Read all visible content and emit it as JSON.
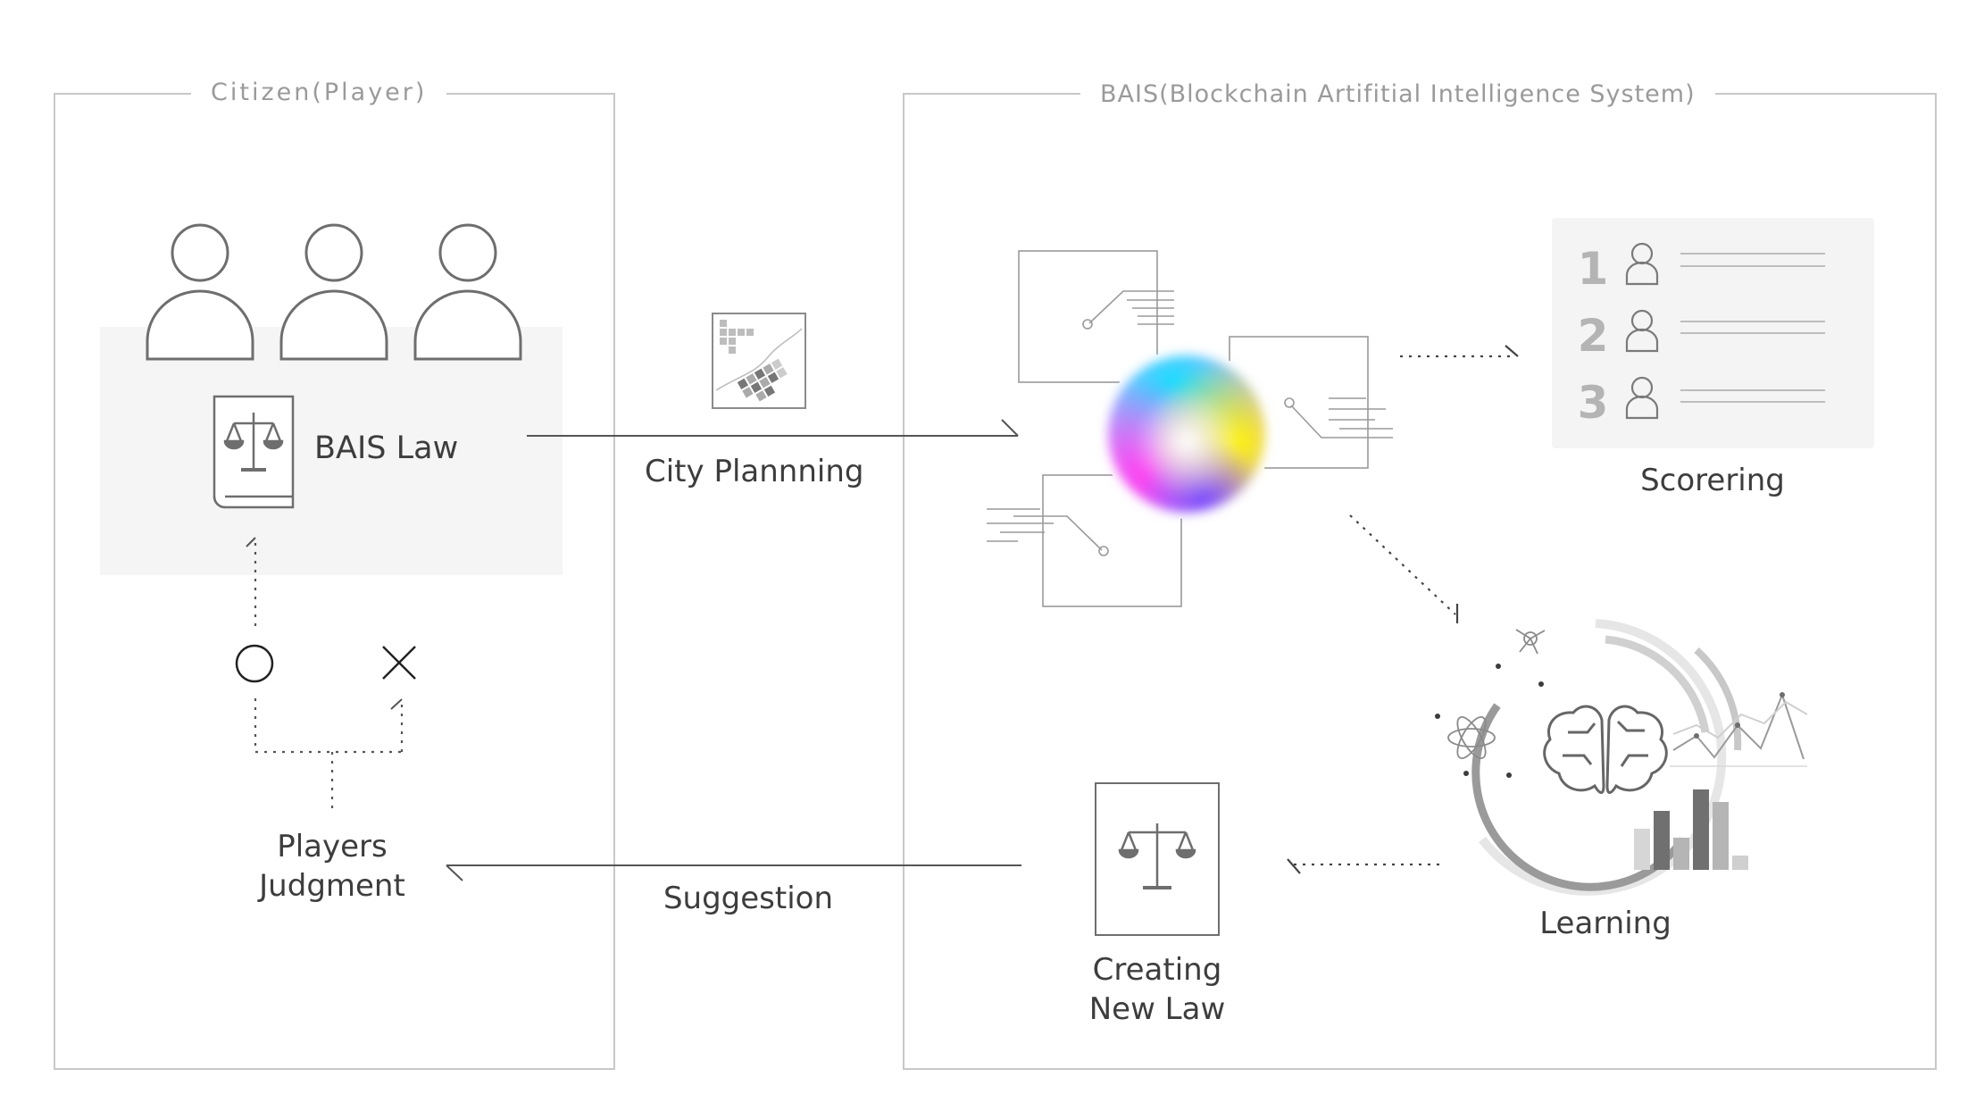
{
  "panels": {
    "citizen_title": "Citizen(Player)",
    "bais_title": "BAIS(Blockchain Artifitial Intelligence System)"
  },
  "labels": {
    "bais_law": "BAIS Law",
    "city_planning": "City Plannning",
    "scorering": "Scorering",
    "learning": "Learning",
    "creating_new_law_line1": "Creating",
    "creating_new_law_line2": "New Law",
    "suggestion": "Suggestion",
    "players_judgment_line1": "Players",
    "players_judgment_line2": "Judgment"
  },
  "ranking": [
    "1",
    "2",
    "3"
  ],
  "colors": {
    "panel_border": "#c8c8c8",
    "icon_stroke": "#6e6e6e",
    "text": "#3d3d3d",
    "muted_text": "#9a9a9a",
    "card_fill": "#f4f4f4",
    "orb": [
      "#00d8ff",
      "#ff3cf0",
      "#fff200",
      "#7b5cff"
    ]
  }
}
